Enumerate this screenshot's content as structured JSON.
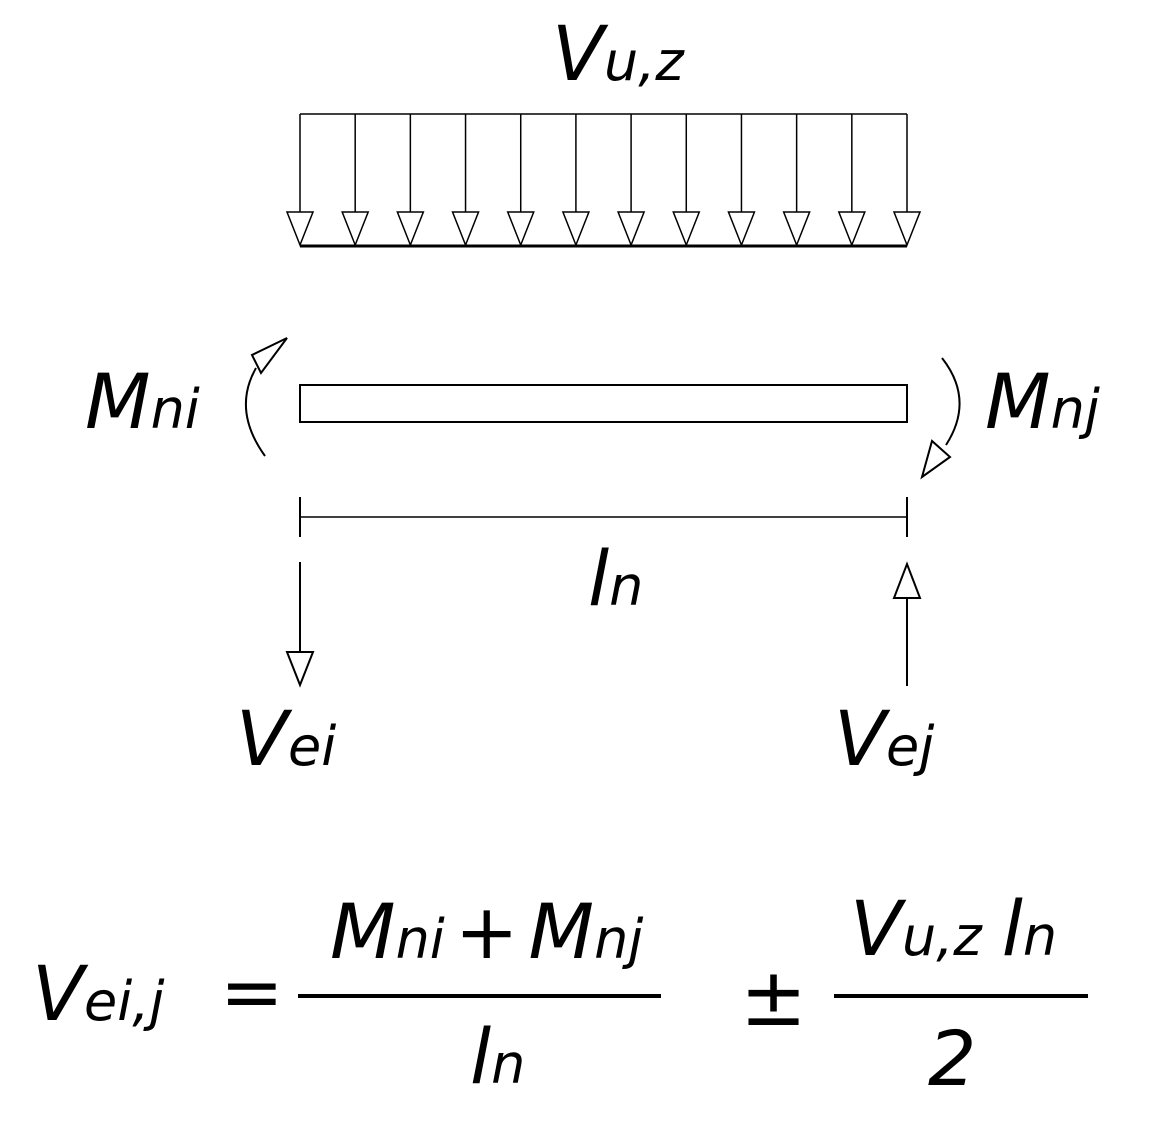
{
  "load": {
    "main": "V",
    "sub": "u,z"
  },
  "moment_i": {
    "main": "M",
    "sub": "ni"
  },
  "moment_j": {
    "main": "M",
    "sub": "nj"
  },
  "span": {
    "main": "l",
    "sub": "n"
  },
  "shear_i": {
    "main": "V",
    "sub": "ei"
  },
  "shear_j": {
    "main": "V",
    "sub": "ej"
  },
  "equation": {
    "lhs": {
      "main": "V",
      "sub": "ei,j"
    },
    "equals": "=",
    "frac1_num": {
      "m1": "M",
      "s1": "ni",
      "plus": "+",
      "m2": "M",
      "s2": "nj"
    },
    "frac1_den": {
      "main": "l",
      "sub": "n"
    },
    "plusminus": "±",
    "frac2_num": {
      "v": "V",
      "vs": "u,z",
      "l": "l",
      "ls": "n"
    },
    "frac2_den": "2"
  },
  "load_arrow_count": 12
}
